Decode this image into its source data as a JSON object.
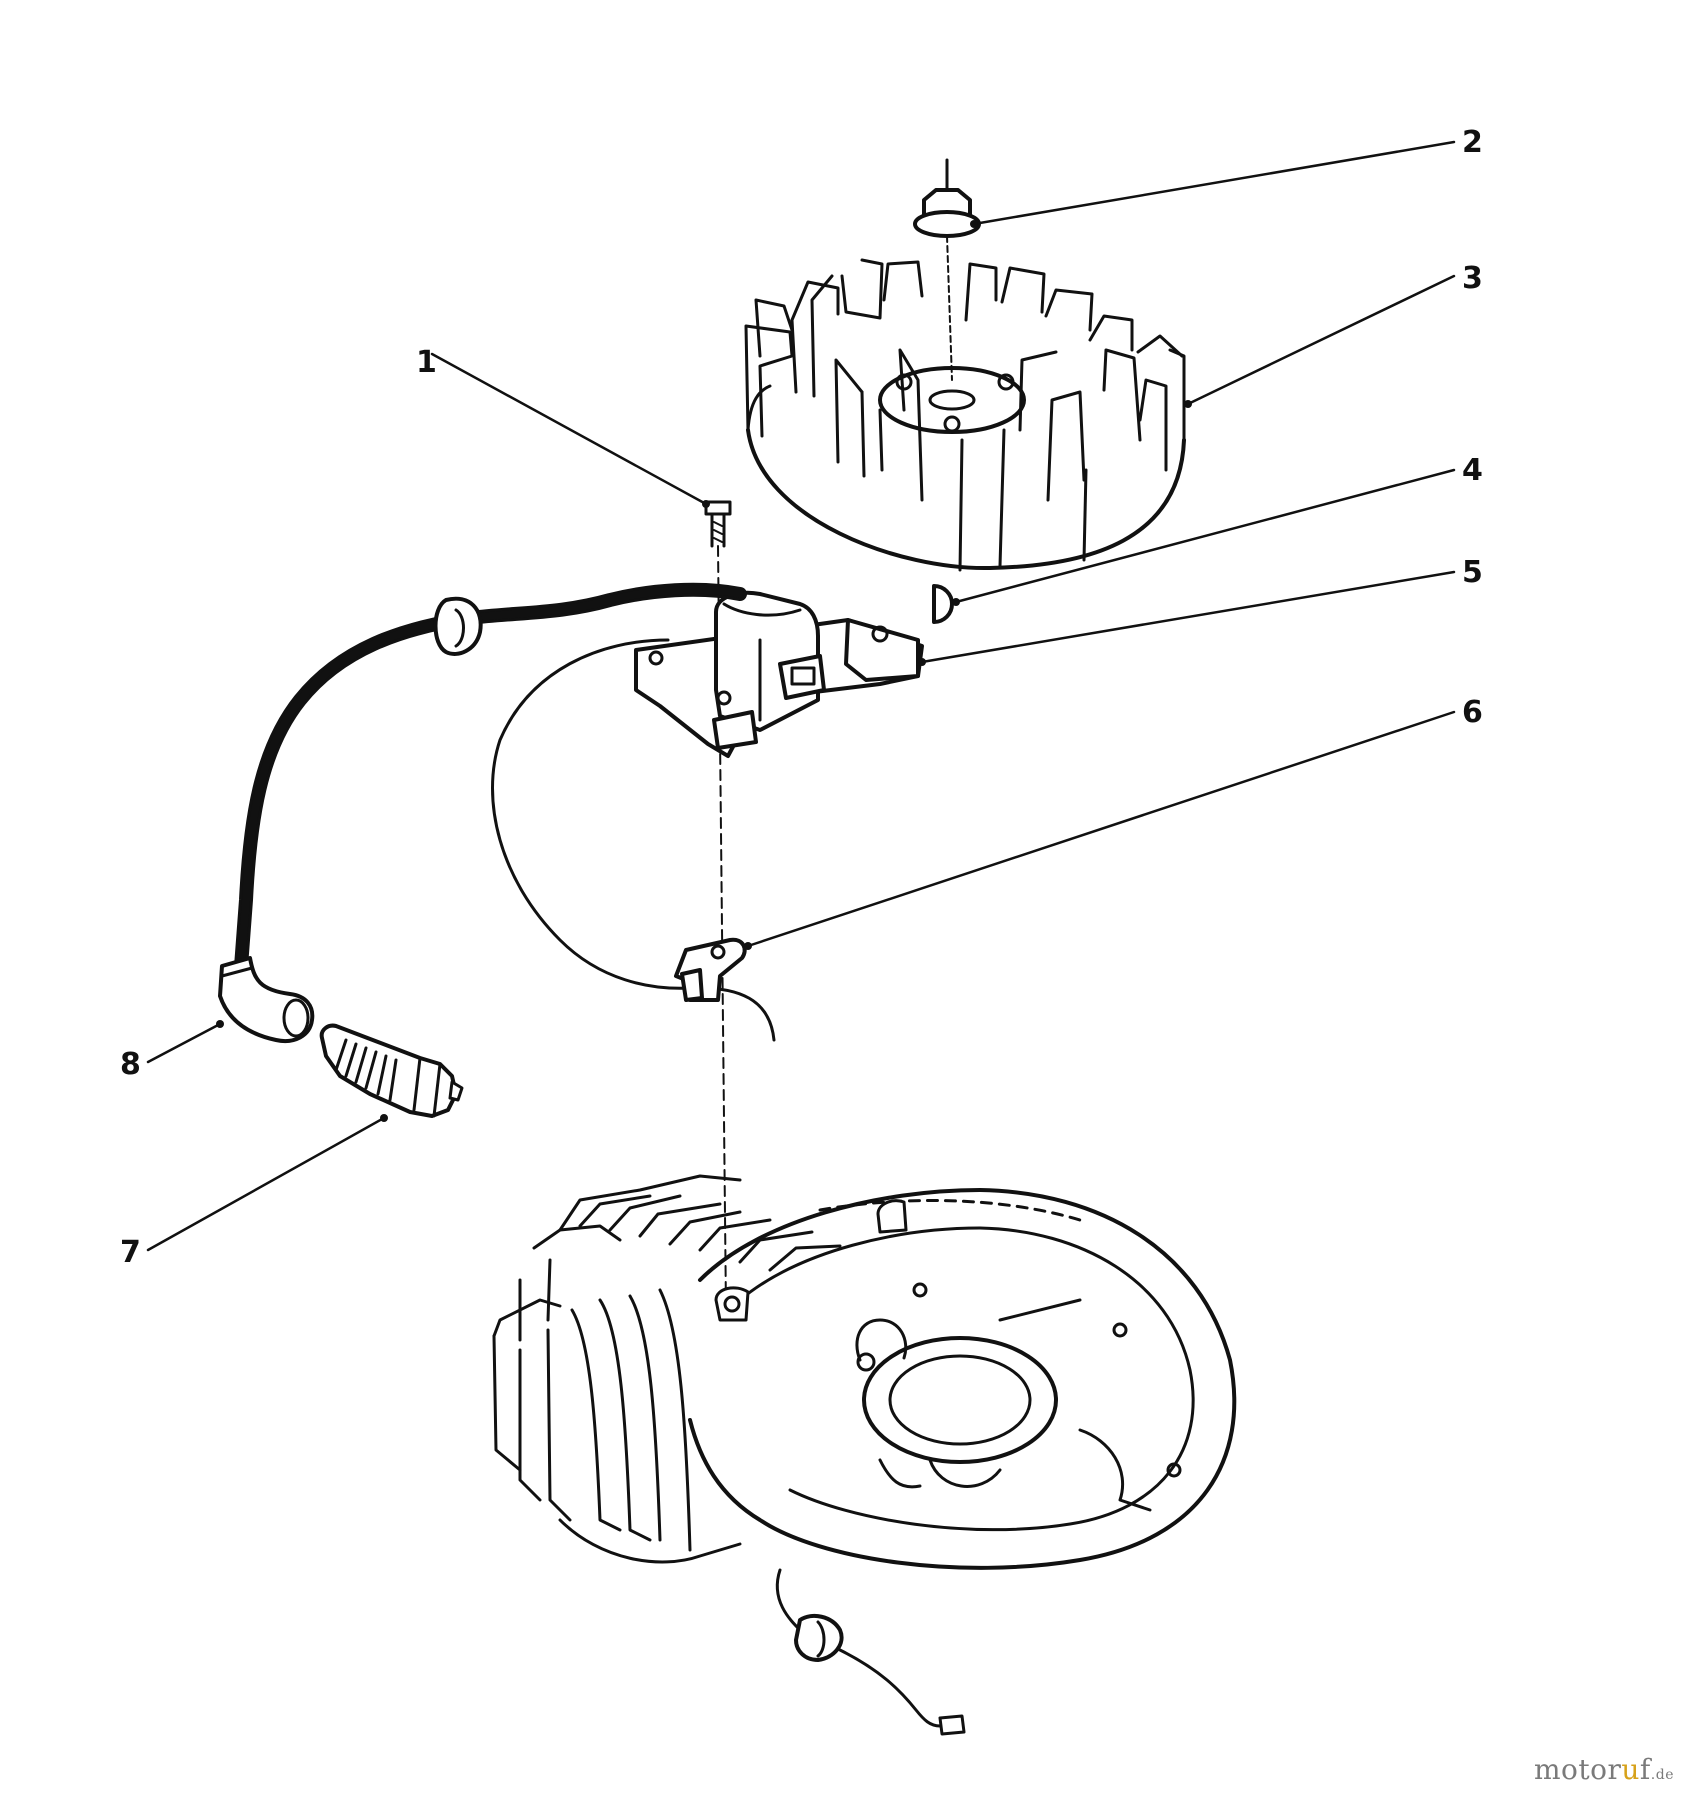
{
  "diagram": {
    "callouts": [
      {
        "number": "1",
        "part": "bolt"
      },
      {
        "number": "2",
        "part": "flange-nut"
      },
      {
        "number": "3",
        "part": "flywheel"
      },
      {
        "number": "4",
        "part": "key"
      },
      {
        "number": "5",
        "part": "ignition-module"
      },
      {
        "number": "6",
        "part": "clip"
      },
      {
        "number": "7",
        "part": "spark-plug"
      },
      {
        "number": "8",
        "part": "spark-plug-boot"
      }
    ]
  },
  "watermark": {
    "brand": "motor",
    "accent": "u",
    "tail": "f",
    "tld": ".de"
  },
  "colors": {
    "ink": "#111111",
    "background": "#ffffff",
    "watermark_gray": "#7a7a7a",
    "watermark_accent": "#d7a21a"
  }
}
